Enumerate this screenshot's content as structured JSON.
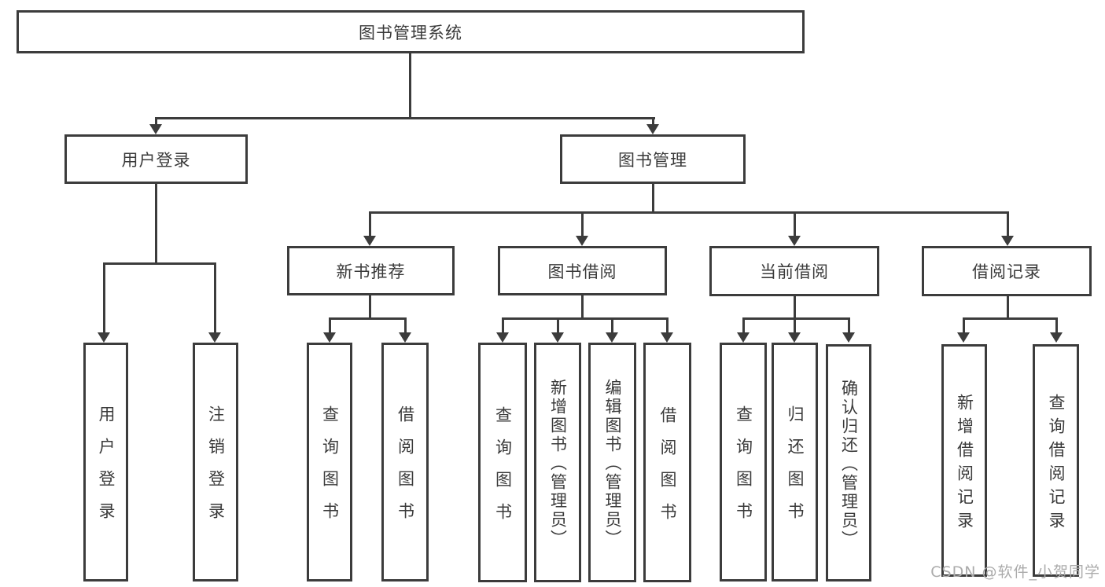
{
  "tree": {
    "label": "图书管理系统",
    "children": [
      {
        "label": "用户登录",
        "children": [
          {
            "label": "用户登录"
          },
          {
            "label": "注销登录"
          }
        ]
      },
      {
        "label": "图书管理",
        "children": [
          {
            "label": "新书推荐",
            "children": [
              {
                "label": "查询图书"
              },
              {
                "label": "借阅图书"
              }
            ]
          },
          {
            "label": "图书借阅",
            "children": [
              {
                "label": "查询图书"
              },
              {
                "label": "新增图书（管理员）"
              },
              {
                "label": "编辑图书（管理员）"
              },
              {
                "label": "借阅图书"
              }
            ]
          },
          {
            "label": "当前借阅",
            "children": [
              {
                "label": "查询图书"
              },
              {
                "label": "归还图书"
              },
              {
                "label": "确认归还（管理员）"
              }
            ]
          },
          {
            "label": "借阅记录",
            "children": [
              {
                "label": "新增借阅记录"
              },
              {
                "label": "查询借阅记录"
              }
            ]
          }
        ]
      }
    ]
  },
  "watermark": {
    "text": "CSDN @软件_小贺同学"
  },
  "colors": {
    "line": "#3c3c3c",
    "text": "#3a3a3a",
    "watermark": "#ababab",
    "background": "#ffffff"
  }
}
